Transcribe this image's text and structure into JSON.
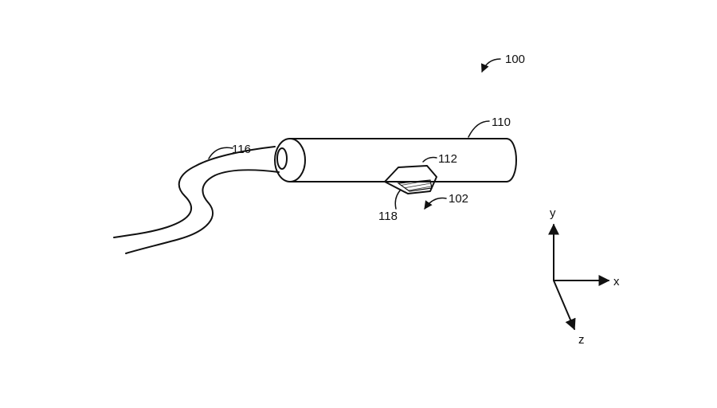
{
  "figure": {
    "ref_labels": {
      "assembly": "100",
      "housing": "110",
      "cable": "116",
      "connector_opening": "112",
      "direction": "102",
      "connector_pins": "118"
    },
    "axes": {
      "x": "x",
      "y": "y",
      "z": "z"
    },
    "colors": {
      "ink": "#111111",
      "background": "#ffffff"
    }
  }
}
